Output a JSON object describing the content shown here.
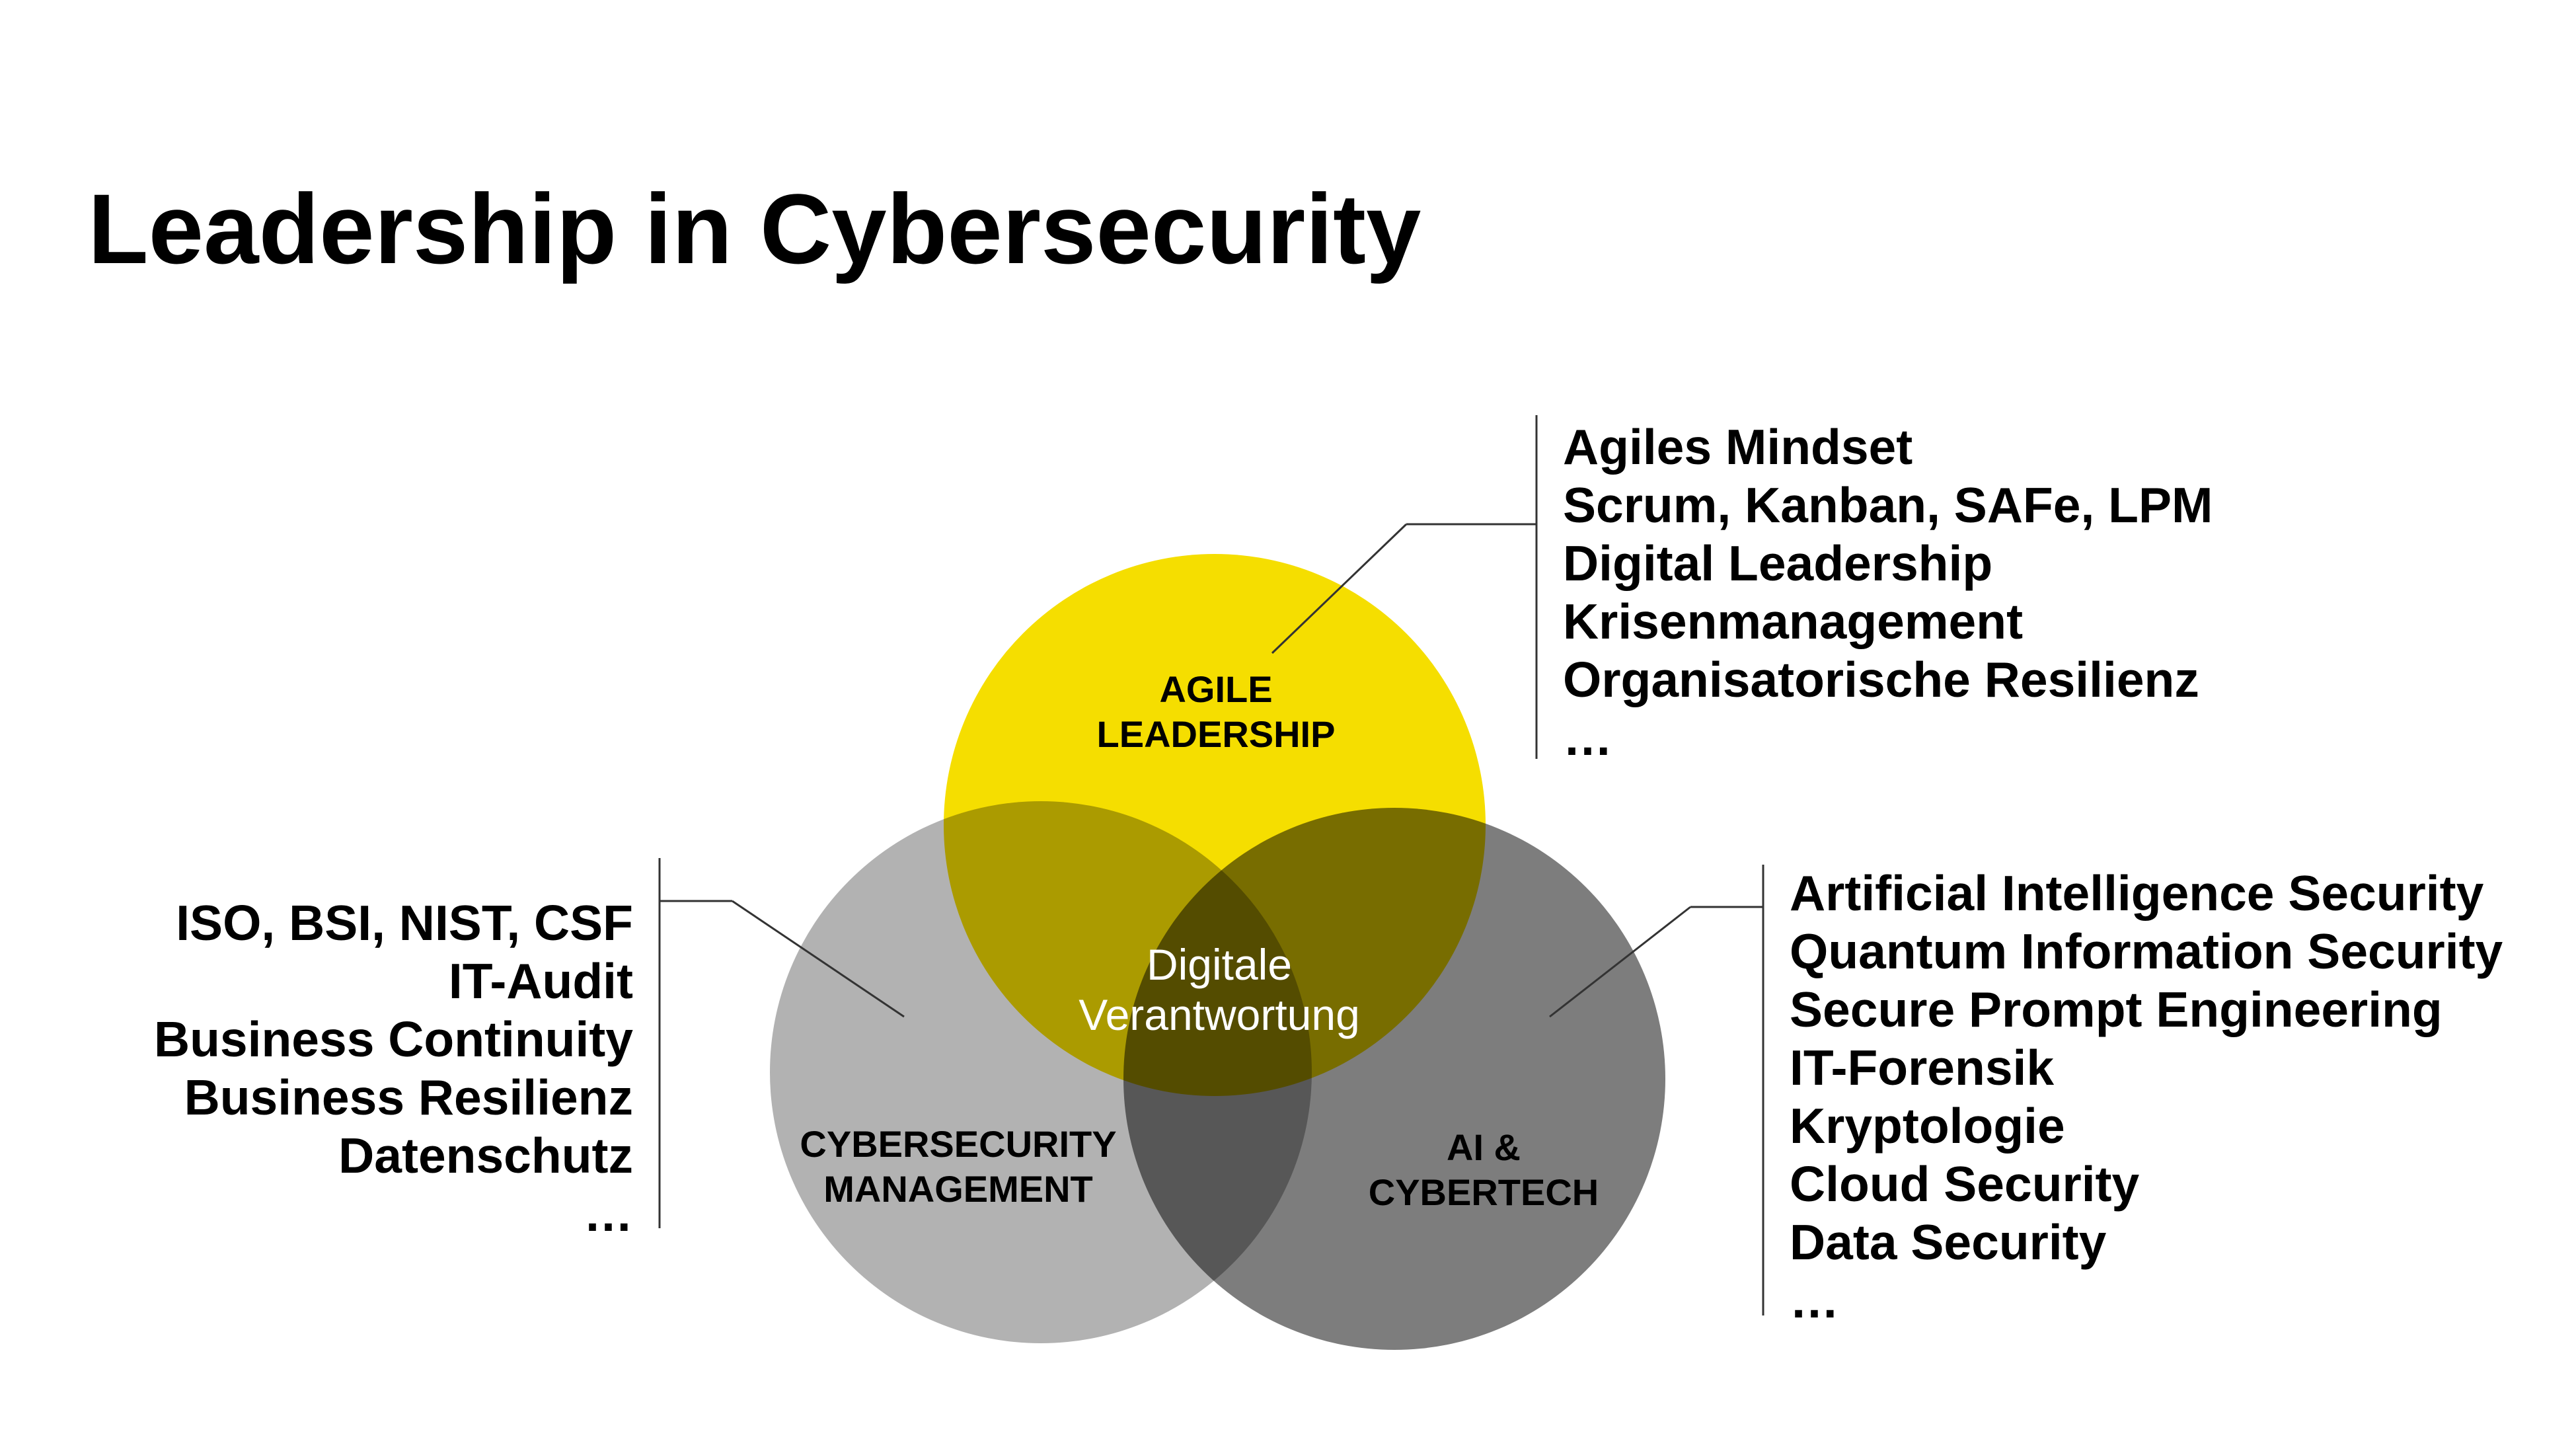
{
  "title": "Leadership in Cybersecurity",
  "colors": {
    "agile": "#f5de00",
    "cyber": "#b2b2b2",
    "ai": "#7d7d7d",
    "connector": "#333333",
    "center_text": "#ffffff"
  },
  "circles": {
    "agile": {
      "line1": "AGILE",
      "line2": "LEADERSHIP"
    },
    "cyber": {
      "line1": "CYBERSECURITY",
      "line2": "MANAGEMENT"
    },
    "ai": {
      "line1": "AI &",
      "line2": "CYBERTECH"
    },
    "center": {
      "line1": "Digitale",
      "line2": "Verantwortung"
    }
  },
  "lists": {
    "agile": [
      "Agiles Mindset",
      "Scrum, Kanban, SAFe, LPM",
      "Digital Leadership",
      "Krisenmanagement",
      "Organisatorische Resilienz",
      "…"
    ],
    "cyber": [
      "ISO, BSI, NIST, CSF",
      "IT-Audit",
      "Business Continuity",
      "Business Resilienz",
      "Datenschutz",
      "…"
    ],
    "ai": [
      "Artificial Intelligence Security",
      "Quantum Information Security",
      "Secure Prompt Engineering",
      "IT-Forensik",
      "Kryptologie",
      "Cloud Security",
      "Data Security",
      "…"
    ]
  }
}
